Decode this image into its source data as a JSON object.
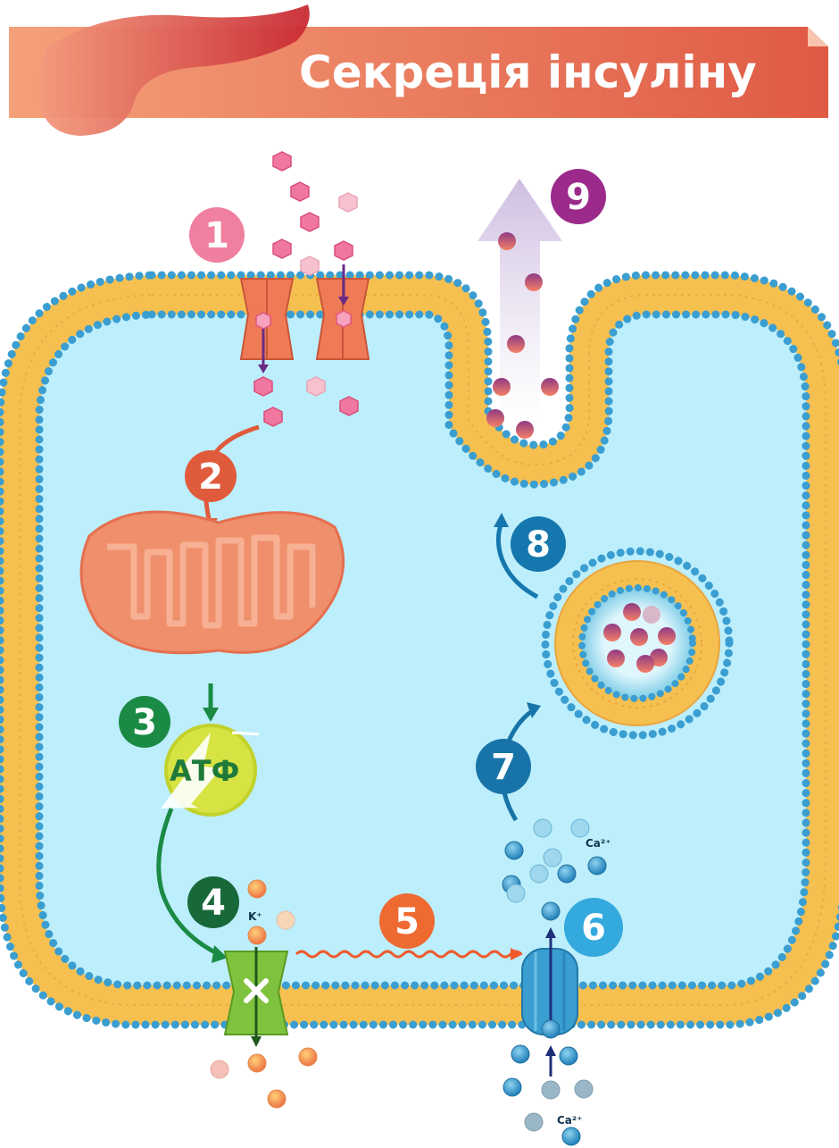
{
  "title": "Секреція інсуліну",
  "steps": [
    {
      "num": "1",
      "color": "#f07fa0"
    },
    {
      "num": "2",
      "color": "#e05a3c"
    },
    {
      "num": "3",
      "color": "#1b8a45"
    },
    {
      "num": "4",
      "color": "#18693a"
    },
    {
      "num": "5",
      "color": "#ef6a31"
    },
    {
      "num": "6",
      "color": "#33a9dd"
    },
    {
      "num": "7",
      "color": "#1874a8"
    },
    {
      "num": "8",
      "color": "#1577ad"
    },
    {
      "num": "9",
      "color": "#9b2a8a"
    }
  ],
  "atp_label": "АТФ",
  "ions": {
    "potassium": "K⁺",
    "calcium_inner": "Ca²⁺",
    "calcium_outer": "Ca²⁺"
  },
  "colors": {
    "cytoplasm": "#bdeefc",
    "membrane": "#f6c051",
    "phospholipid_head": "#3a9ed1",
    "glucose": "#f078a0",
    "mitochondrion": "#ef8f6c",
    "potassium_channel": "#7fc23d",
    "calcium_channel": "#3a9ed1",
    "insulin": "#d9586e",
    "title_banner": "#ef8c67"
  },
  "icons": [
    "close-icon"
  ]
}
